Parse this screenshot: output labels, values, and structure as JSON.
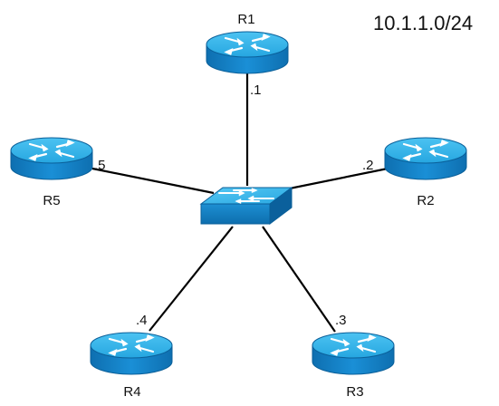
{
  "subnet": "10.1.1.0/24",
  "switch": {
    "icon": "switch-icon"
  },
  "routers": [
    {
      "id": "r1",
      "name": "R1",
      "host": ".1",
      "icon": "router-icon"
    },
    {
      "id": "r2",
      "name": "R2",
      "host": ".2",
      "icon": "router-icon"
    },
    {
      "id": "r3",
      "name": "R3",
      "host": ".3",
      "icon": "router-icon"
    },
    {
      "id": "r4",
      "name": "R4",
      "host": ".4",
      "icon": "router-icon"
    },
    {
      "id": "r5",
      "name": "R5",
      "host": ".5",
      "icon": "router-icon"
    }
  ],
  "colors": {
    "device_top": "#29aee6",
    "device_side": "#1180c4",
    "device_edge": "#0a6aa8",
    "arrow": "#ffffff",
    "link": "#000000"
  }
}
